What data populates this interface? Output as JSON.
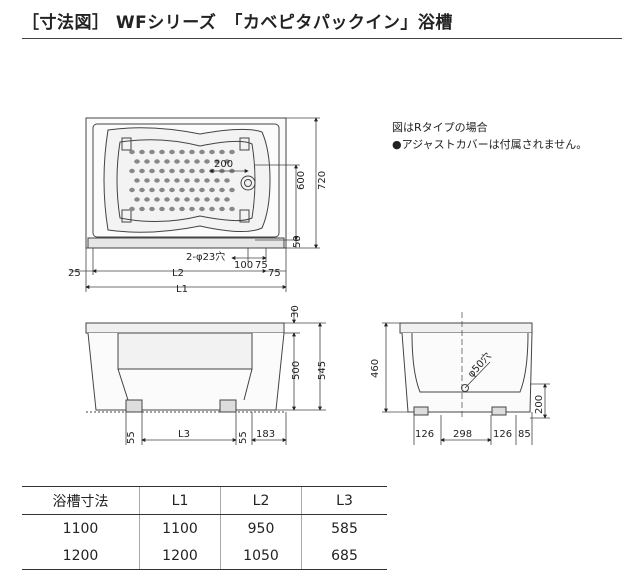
{
  "title": "［寸法図］ WFシリーズ　「カベピタパックイン」浴槽",
  "notes": [
    "図はRタイプの場合",
    "●アジャストカバーは付属されません。"
  ],
  "dims": {
    "d200": "200",
    "d600": "600",
    "d720": "720",
    "d50": "50",
    "holes": "2-φ23穴",
    "d100": "100",
    "d75a": "75",
    "d25": "25",
    "L2": "L2",
    "d75b": "75",
    "L1": "L1",
    "d30": "30",
    "d500": "500",
    "d545": "545",
    "d55a": "55",
    "L3": "L3",
    "d55b": "55",
    "d183": "183",
    "d460": "460",
    "phi50": "φ50穴",
    "d200b": "200",
    "d126a": "126",
    "d298": "298",
    "d126b": "126",
    "d85": "85"
  },
  "table": {
    "headers": [
      "浴槽寸法",
      "L1",
      "L2",
      "L3"
    ],
    "rows": [
      [
        "1100",
        "1100",
        "950",
        "585"
      ],
      [
        "1200",
        "1200",
        "1050",
        "685"
      ]
    ]
  }
}
